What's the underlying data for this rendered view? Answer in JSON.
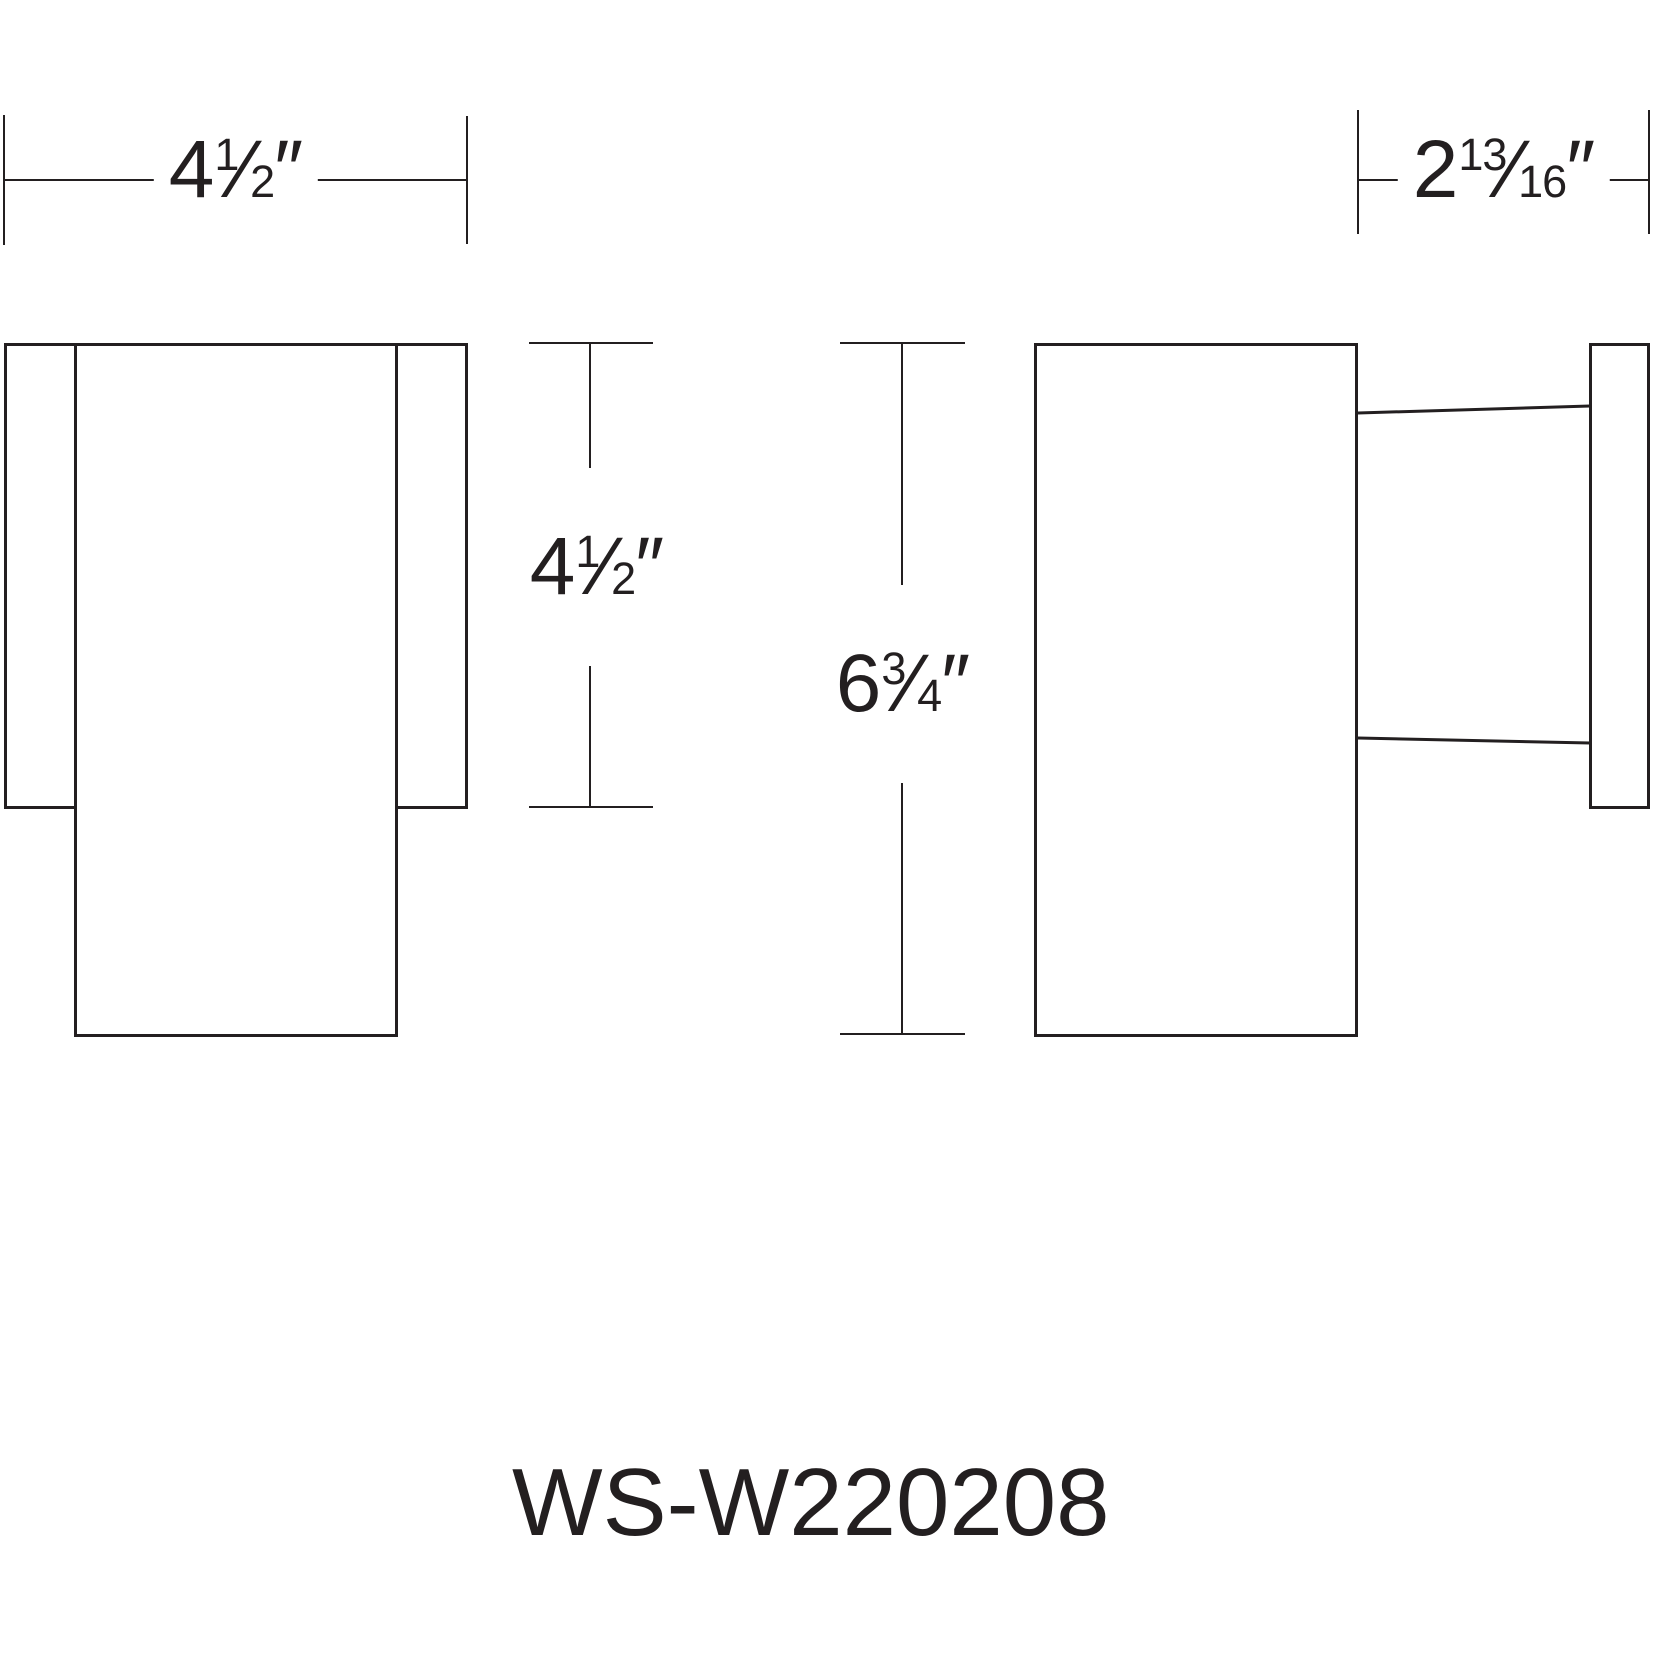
{
  "drawing": {
    "part_number": "WS-W220208",
    "ink": "#231f20",
    "fraction_slash": "⁄",
    "dims": {
      "front_width": {
        "whole": "4",
        "num": "1",
        "den": "2",
        "unit": "″"
      },
      "side_depth": {
        "whole": "2",
        "num": "13",
        "den": "16",
        "unit": "″"
      },
      "backplate_height": {
        "whole": "4",
        "num": "1",
        "den": "2",
        "unit": "″"
      },
      "overall_height": {
        "whole": "6",
        "num": "3",
        "den": "4",
        "unit": "″"
      }
    }
  }
}
